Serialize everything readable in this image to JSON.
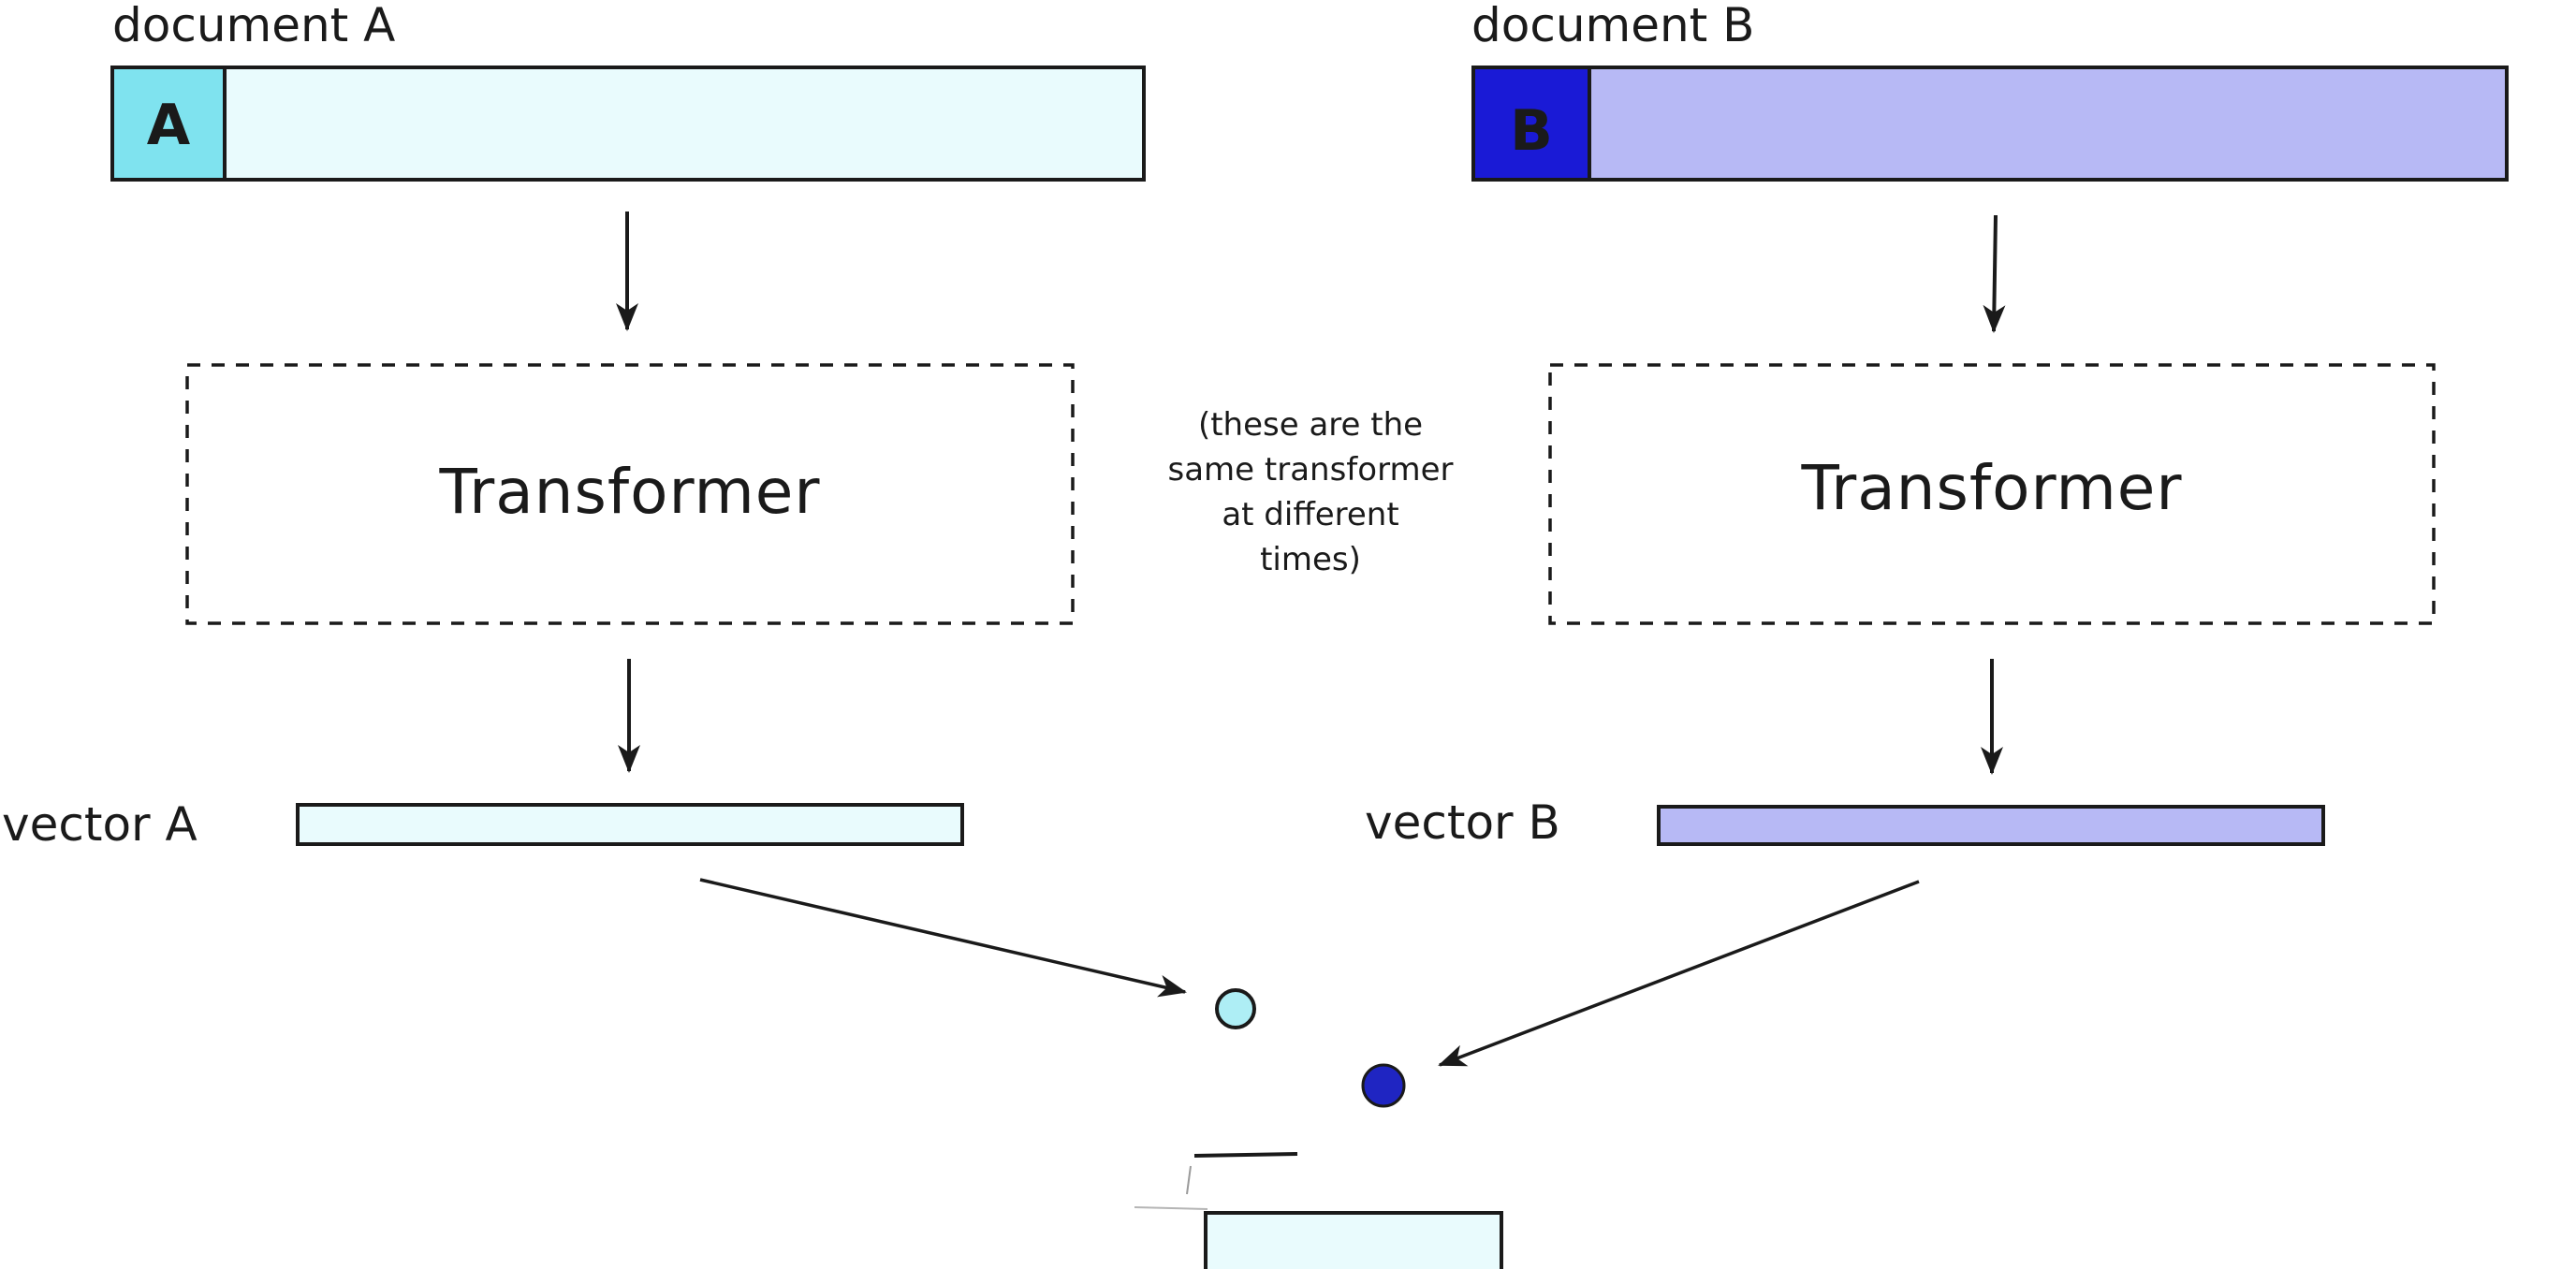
{
  "documents": [
    {
      "label": "document A",
      "badge": "A",
      "fill_color": "#e9fbfd",
      "badge_color": "#7fe3ef",
      "badge_text_color": "#1a1a1a"
    },
    {
      "label": "document B",
      "badge": "B",
      "fill_color": "#b7b9f5",
      "badge_color": "#1a1ad6",
      "badge_text_color": "#ffffff"
    }
  ],
  "transformers": [
    {
      "label": "Transformer"
    },
    {
      "label": "Transformer"
    }
  ],
  "note": {
    "lines": [
      "(these are the",
      "same transformer",
      "at different",
      "times)"
    ]
  },
  "vectors": [
    {
      "label": "vector A",
      "fill_color": "#e9fbfd"
    },
    {
      "label": "vector B",
      "fill_color": "#b7b9f5"
    }
  ],
  "points": [
    {
      "name": "point-a",
      "fill_color": "#aeeef5"
    },
    {
      "name": "point-b",
      "fill_color": "#1f25c2"
    }
  ],
  "colors": {
    "stroke": "#1a1a1a",
    "output_box_fill": "#e9fbfd"
  }
}
